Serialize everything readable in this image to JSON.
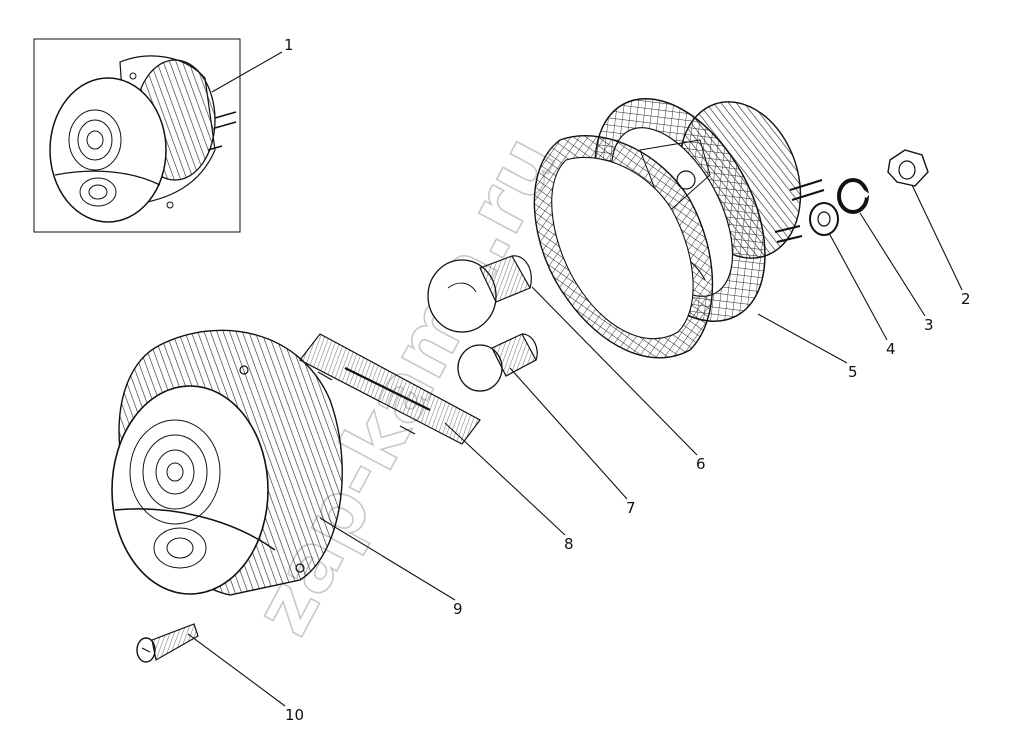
{
  "labels": {
    "l1": "1",
    "l2": "2",
    "l3": "3",
    "l4": "4",
    "l5": "5",
    "l6": "6",
    "l7": "7",
    "l8": "8",
    "l9": "9",
    "l10": "10"
  },
  "watermark": "zap-kama.ru"
}
